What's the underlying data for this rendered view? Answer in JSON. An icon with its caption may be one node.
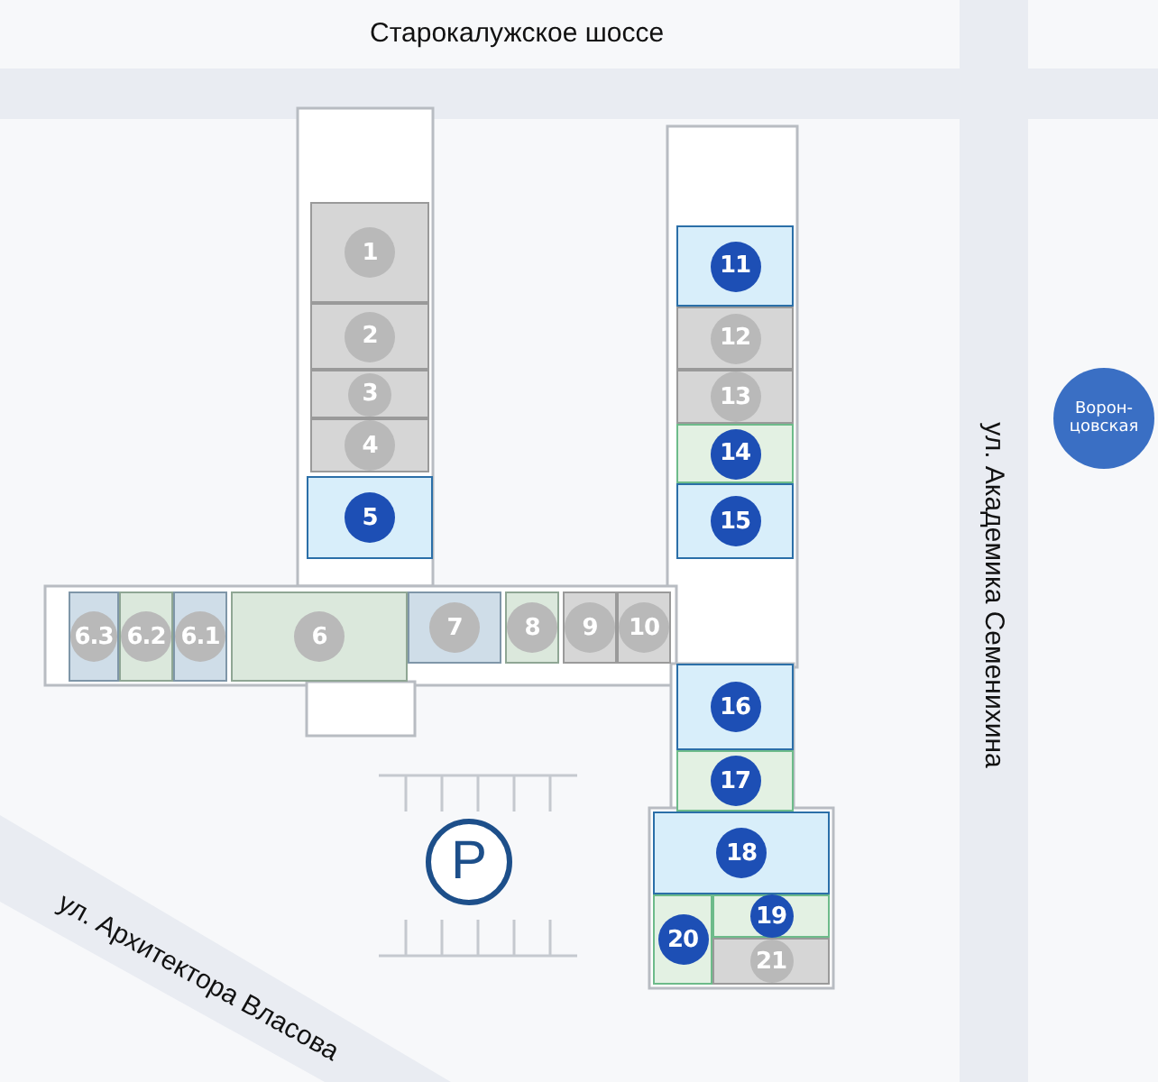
{
  "diagram": {
    "nodes": [
      {
        "text": [
          "1"
        ]
      },
      {
        "text": [
          "2"
        ]
      },
      {
        "text": [
          "3"
        ]
      },
      {
        "text": [
          "4"
        ]
      },
      {
        "text": [
          "5"
        ]
      },
      {
        "text": [
          "6.3"
        ]
      },
      {
        "text": [
          "6.2"
        ]
      },
      {
        "text": [
          "6.1"
        ]
      },
      {
        "text": [
          "6"
        ]
      },
      {
        "text": [
          "7"
        ]
      },
      {
        "text": [
          "8"
        ]
      },
      {
        "text": [
          "9"
        ]
      },
      {
        "text": [
          "10"
        ]
      },
      {
        "text": [
          "11"
        ]
      },
      {
        "text": [
          "12"
        ]
      },
      {
        "text": [
          "13"
        ]
      },
      {
        "text": [
          "14"
        ]
      },
      {
        "text": [
          "15"
        ]
      },
      {
        "text": [
          "16"
        ]
      },
      {
        "text": [
          "17"
        ]
      },
      {
        "text": [
          "18"
        ]
      },
      {
        "text": [
          "19"
        ]
      },
      {
        "text": [
          "20"
        ]
      },
      {
        "text": [
          "21"
        ]
      },
      {
        "text": [
          "P"
        ]
      },
      {
        "text": [
          "Ворон- цовская"
        ]
      }
    ],
    "labels": [
      "Старокалужское шоссе",
      "ул. Академика Семенихина",
      "ул. Архитектора Власова"
    ]
  }
}
